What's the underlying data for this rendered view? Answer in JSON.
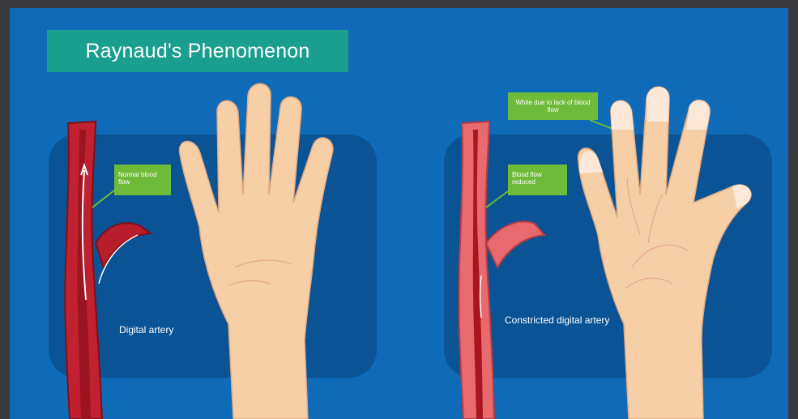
{
  "title": "Raynaud's Phenomenon",
  "left_scene": {
    "callout": "Normal blood flow",
    "label": "Digital artery"
  },
  "right_scene": {
    "callout_reduced": "Blood flow reduced",
    "callout_white": "White due to lack of blood flow",
    "label": "Constricted digital artery"
  },
  "colors": {
    "background_blue": "#0f6bb8",
    "scene_box": "#0a5395",
    "title_badge": "#1a9f8e",
    "callout_green": "#6dbb39",
    "artery_normal": "#b81d2c",
    "artery_constricted": "#e86a6e",
    "skin": "#f6cfa6",
    "fingertip_white": "#fbe8d8"
  }
}
